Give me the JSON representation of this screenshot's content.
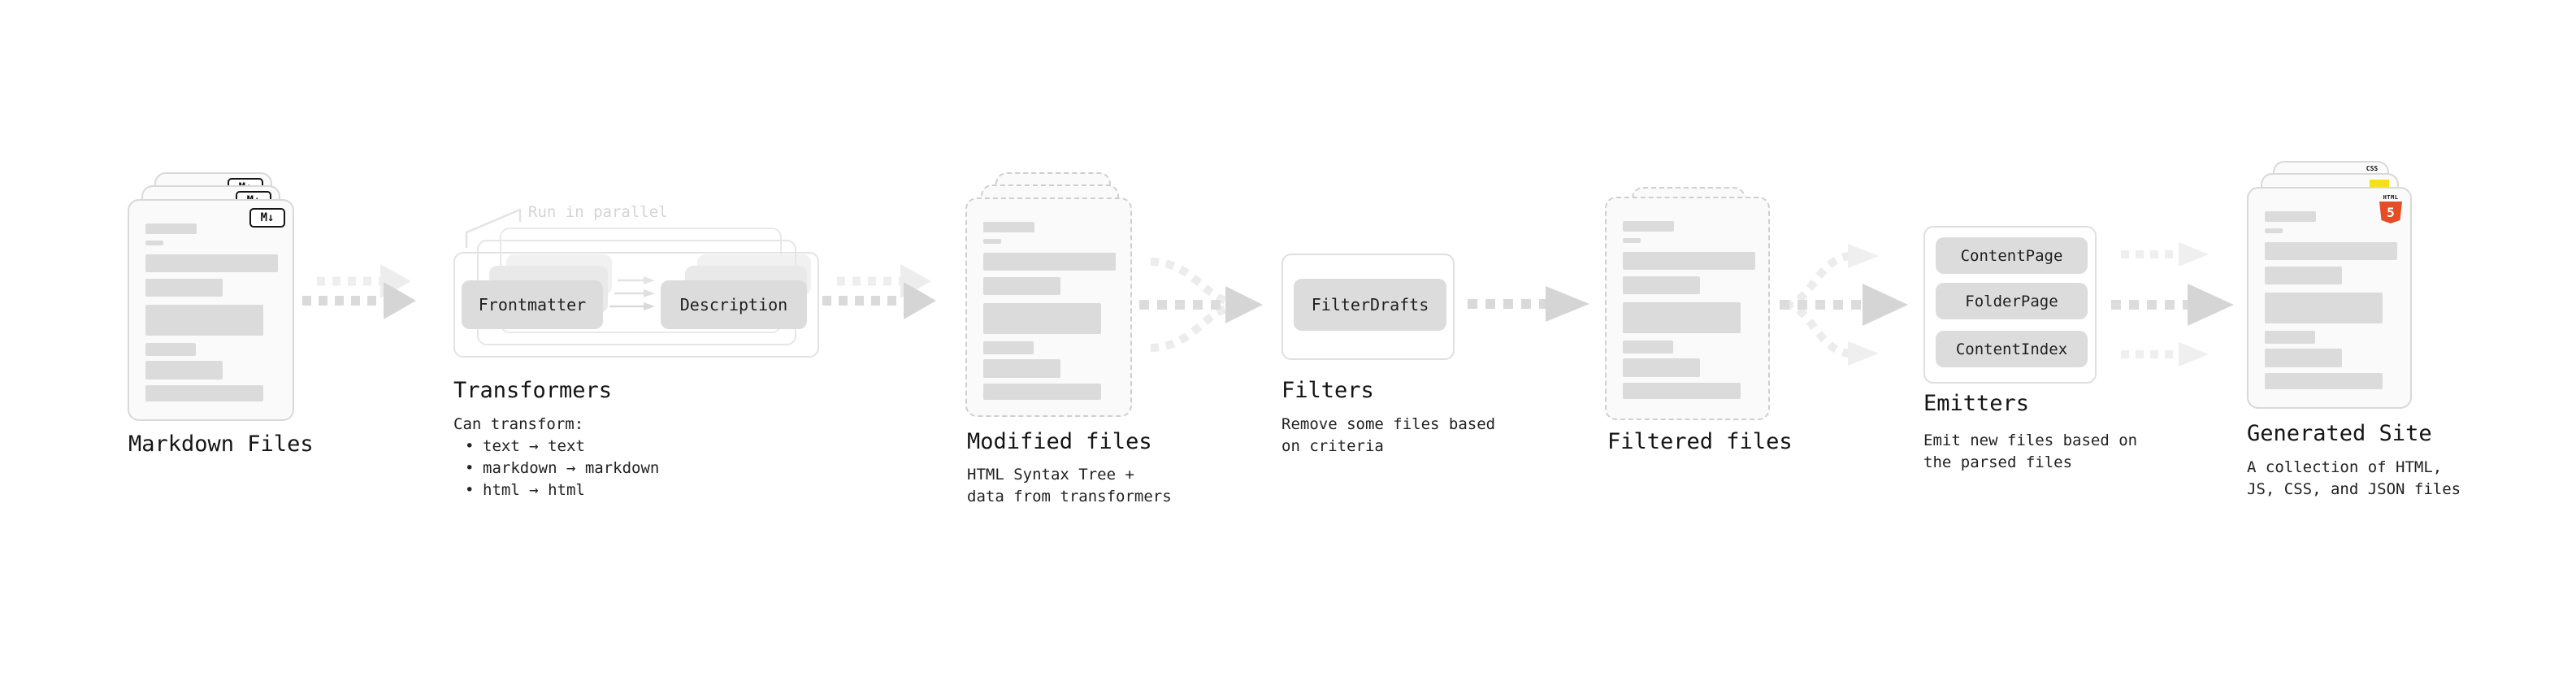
{
  "diagram": {
    "markdown_files": {
      "label": "Markdown Files",
      "badge": "M↓"
    },
    "transformers": {
      "label": "Transformers",
      "parallel_note": "Run in parallel",
      "chip_left": "Frontmatter",
      "chip_right": "Description",
      "can_transform": "Can transform:",
      "bullet_char": "•",
      "bullets": [
        "text → text",
        "markdown → markdown",
        "html → html"
      ]
    },
    "modified_files": {
      "label": "Modified files",
      "desc": [
        "HTML Syntax Tree +",
        "data from transformers"
      ]
    },
    "filters": {
      "label": "Filters",
      "chip": "FilterDrafts",
      "desc": [
        "Remove some files based",
        "on criteria"
      ]
    },
    "filtered_files": {
      "label": "Filtered files"
    },
    "emitters": {
      "label": "Emitters",
      "chips": [
        "ContentPage",
        "FolderPage",
        "ContentIndex"
      ],
      "desc": [
        "Emit new files based on",
        "the parsed files"
      ]
    },
    "generated_site": {
      "label": "Generated Site",
      "desc": [
        "A collection of HTML,",
        "JS, CSS, and JSON files"
      ],
      "html_logo_word": "HTML",
      "html_logo_number": "5",
      "css_logo_word": "CSS"
    }
  },
  "colors": {
    "background": "#ffffff",
    "card_fill": "#fafafa",
    "card_border": "#d9d9d9",
    "dashed_border": "#cfcfcf",
    "placeholder_bar": "#dbdbdb",
    "chip_fill": "#dcdcdc",
    "arrow_dark": "#d5d5d5",
    "arrow_light": "#ededed",
    "text": "#161616",
    "muted_note": "#d4d4d4",
    "html5_orange": "#e44d26",
    "js_yellow": "#f7df1e",
    "css_blue": "#2965f1"
  }
}
